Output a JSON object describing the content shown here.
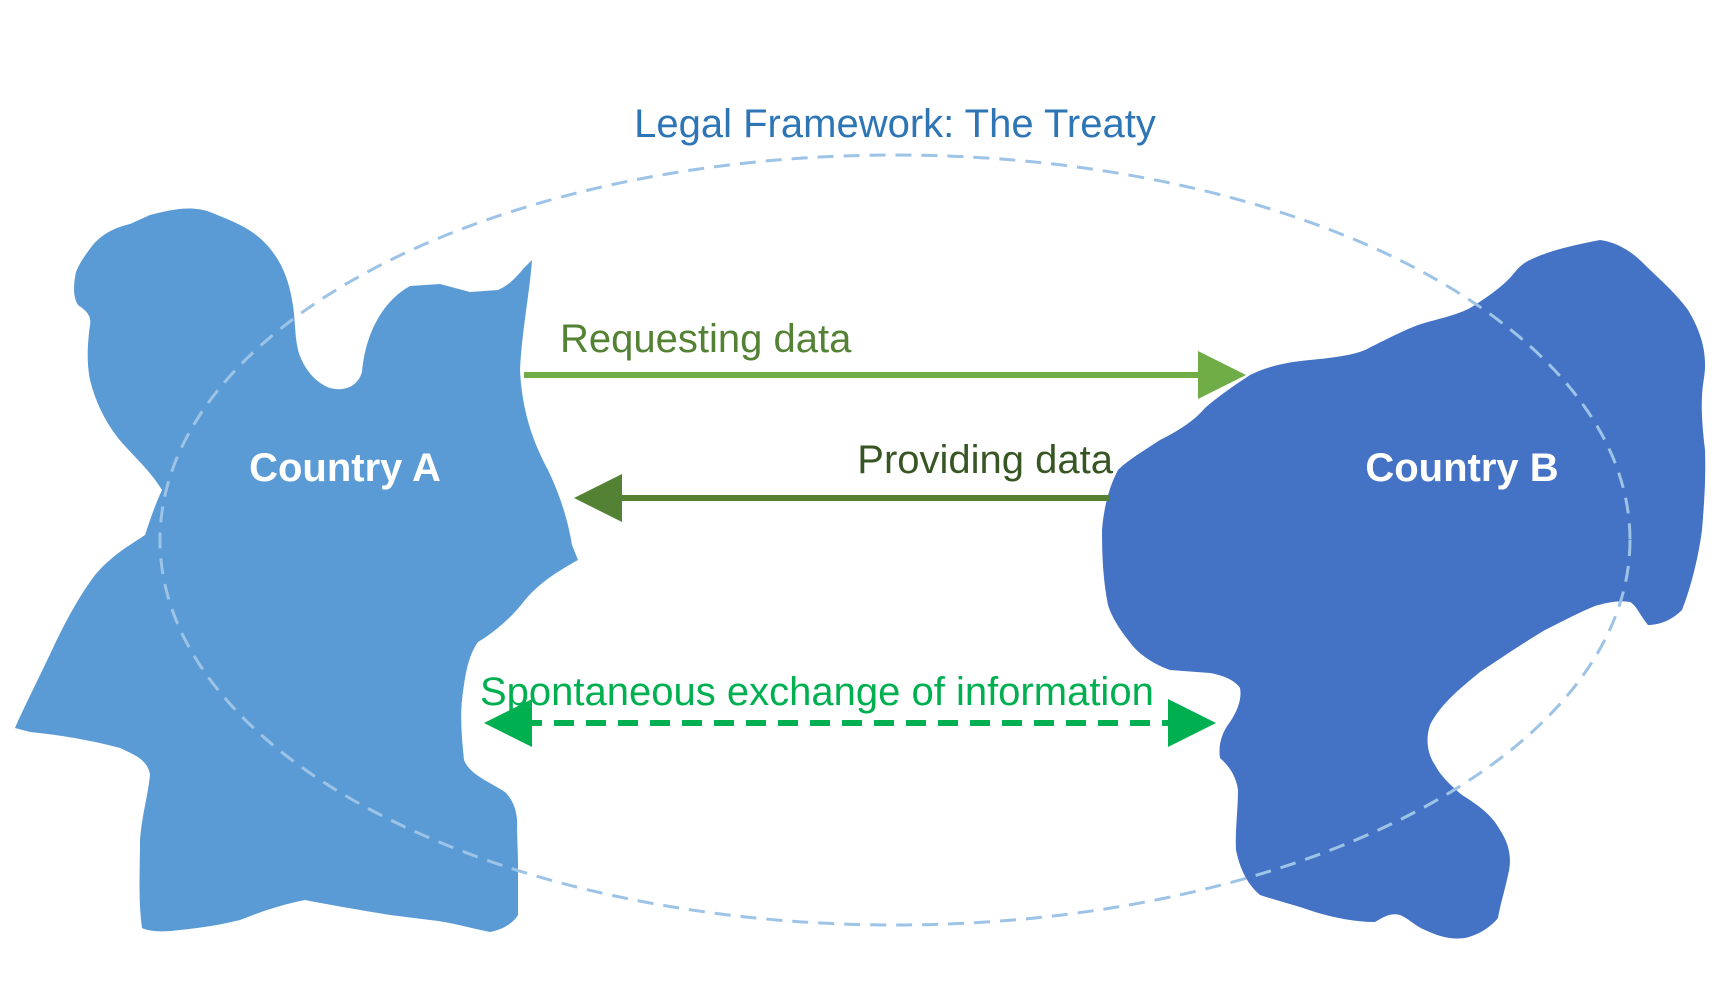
{
  "title": "Legal Framework: The Treaty",
  "countries": {
    "a": {
      "label": "Country A"
    },
    "b": {
      "label": "Country B"
    }
  },
  "flows": {
    "request": {
      "label": "Requesting data"
    },
    "provide": {
      "label": "Providing data"
    },
    "spontaneous": {
      "label": "Spontaneous exchange of information"
    }
  },
  "colors": {
    "title": "#2e75b6",
    "treaty_ellipse": "#9dc3e6",
    "country_a": "#5b9bd5",
    "country_b": "#4472c4",
    "country_label": "#ffffff",
    "request_arrow": "#70ad47",
    "request_label": "#548235",
    "provide_arrow": "#548235",
    "provide_label": "#375623",
    "spontaneous": "#00b050"
  }
}
